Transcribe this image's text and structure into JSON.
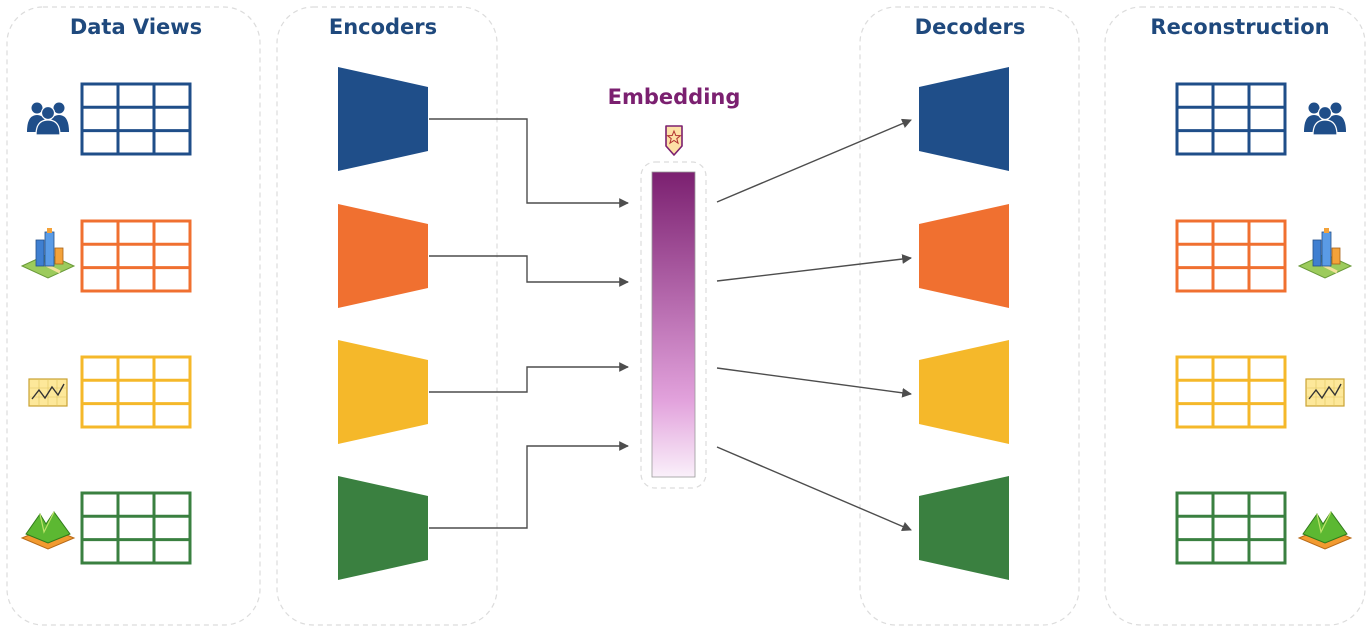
{
  "columns": {
    "data_views": "Data Views",
    "encoders": "Encoders",
    "embedding": "Embedding",
    "decoders": "Decoders",
    "reconstruction": "Reconstruction"
  },
  "views": [
    {
      "icon": "people-icon",
      "color": "#1f4e89"
    },
    {
      "icon": "city-map-icon",
      "color": "#f07030"
    },
    {
      "icon": "line-chart-icon",
      "color": "#f5b82a"
    },
    {
      "icon": "terrain-icon",
      "color": "#3a8040"
    }
  ],
  "embedding_style": {
    "gradient_top": "#7b2070",
    "gradient_mid": "#e2a2dc",
    "gradient_bottom": "#faf0fa",
    "label_color": "#7b2070",
    "pin_fill": "#fde0a6"
  }
}
